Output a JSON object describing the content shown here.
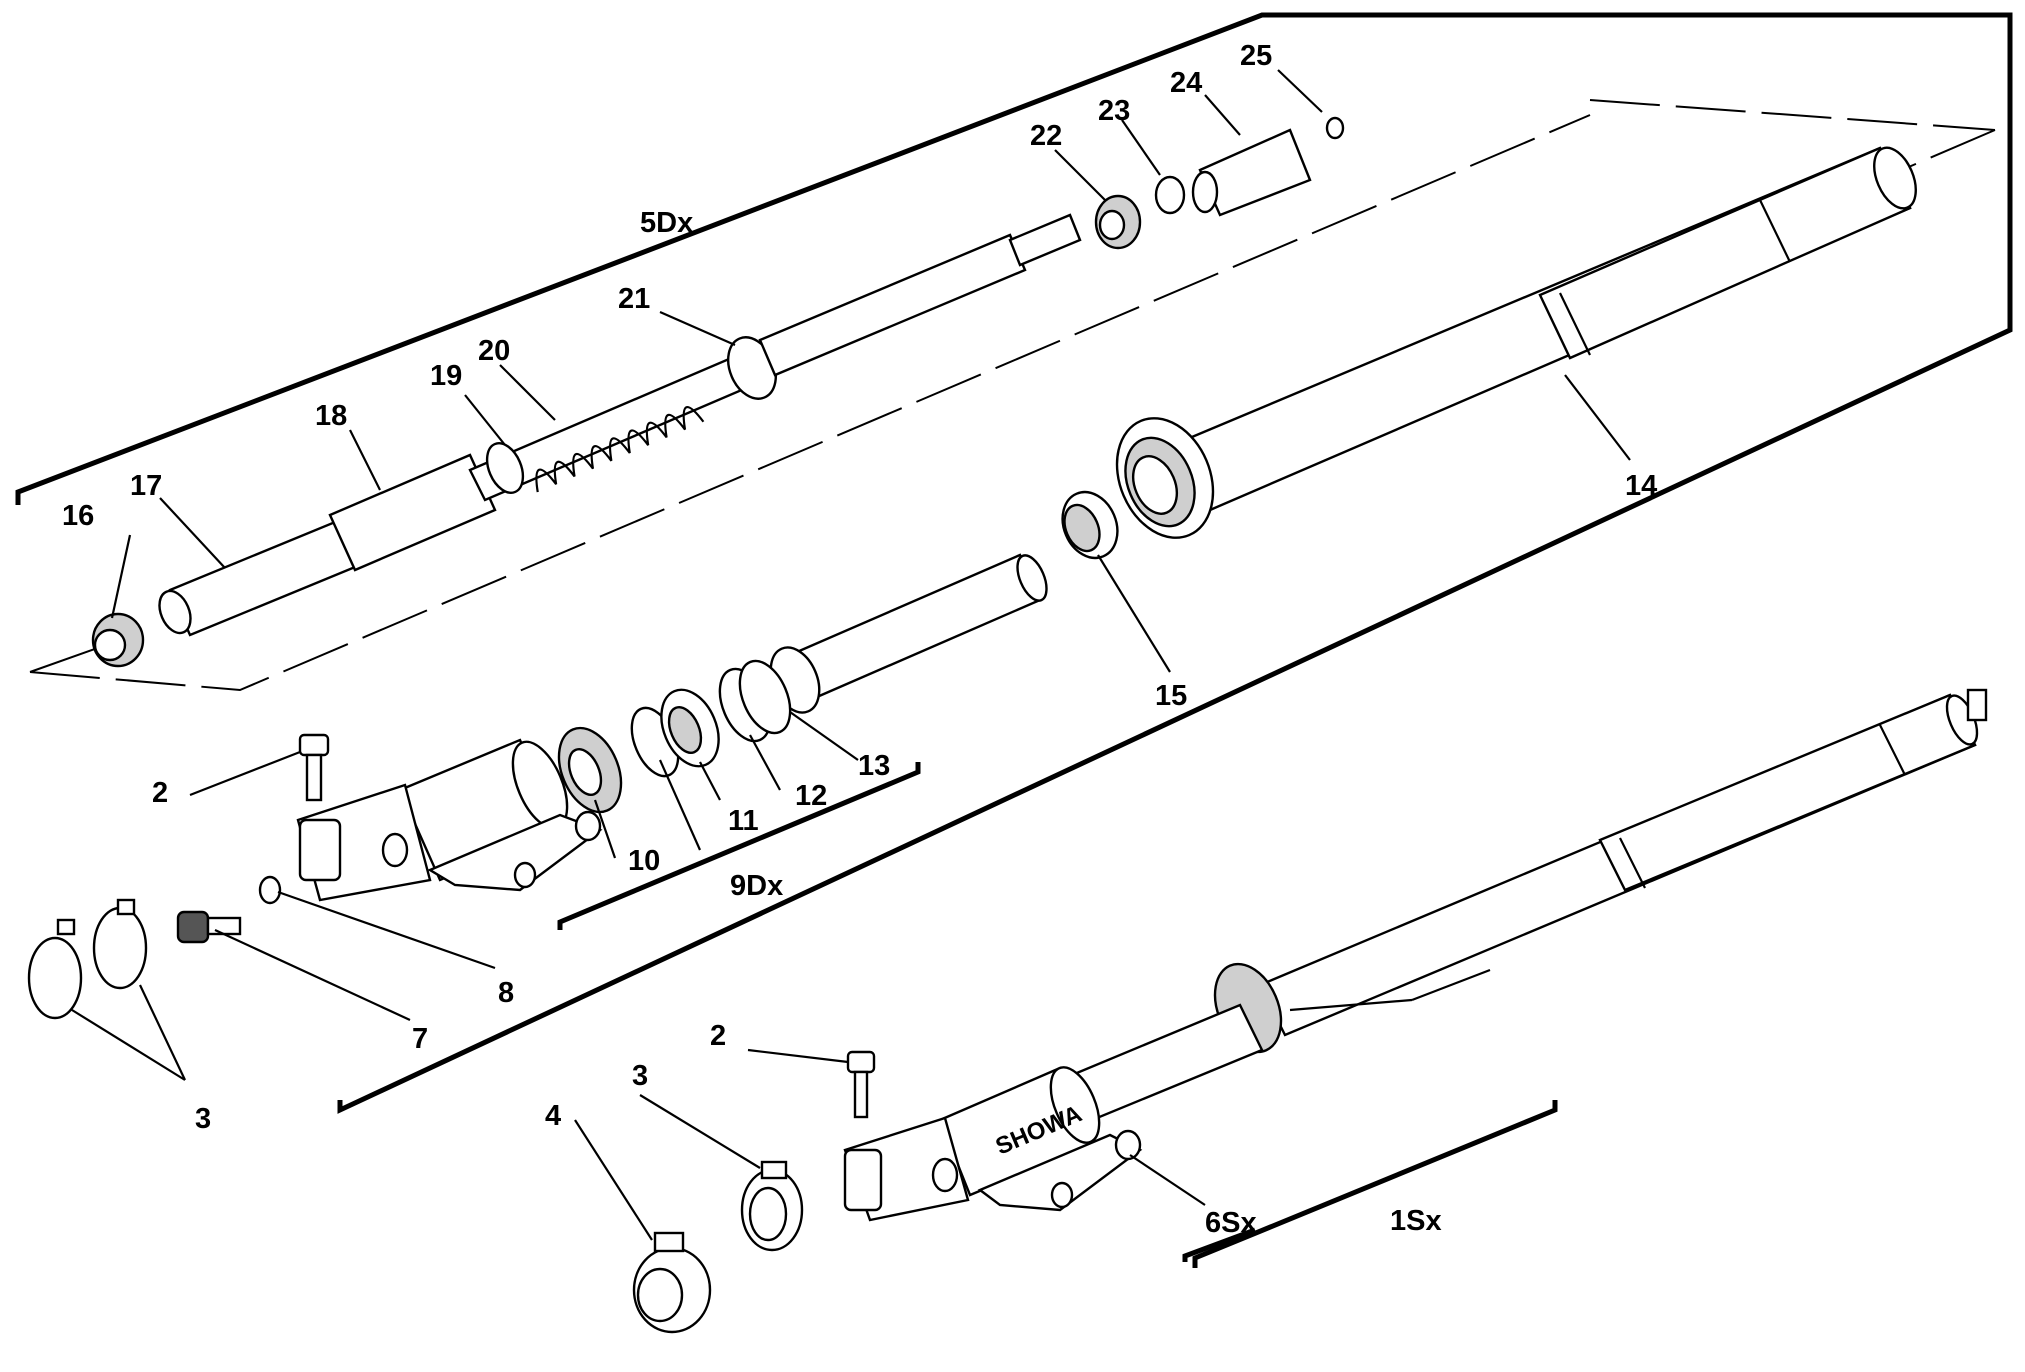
{
  "diagram": {
    "labels": {
      "l1Sx": "1Sx",
      "l2a": "2",
      "l2b": "2",
      "l3a": "3",
      "l3b": "3",
      "l4": "4",
      "l5Dx": "5Dx",
      "l6Sx": "6Sx",
      "l7": "7",
      "l8": "8",
      "l9Dx": "9Dx",
      "l10": "10",
      "l11": "11",
      "l12": "12",
      "l13": "13",
      "l14": "14",
      "l15": "15",
      "l16": "16",
      "l17": "17",
      "l18": "18",
      "l19": "19",
      "l20": "20",
      "l21": "21",
      "l22": "22",
      "l23": "23",
      "l24": "24",
      "l25": "25"
    },
    "brand_mark": "SHOWA",
    "colors": {
      "ink": "#000000",
      "paper": "#ffffff"
    }
  }
}
